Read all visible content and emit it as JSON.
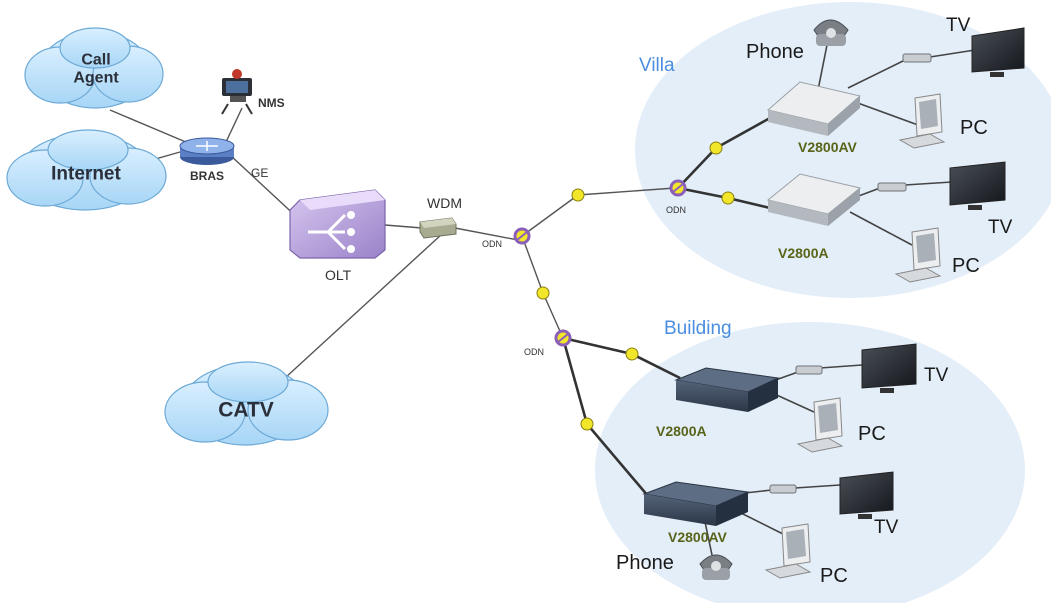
{
  "clouds": {
    "call_agent": "Call\nAgent",
    "internet": "Internet",
    "catv": "CATV"
  },
  "core": {
    "nms": "NMS",
    "bras": "BRAS",
    "ge": "GE",
    "olt": "OLT",
    "wdm": "WDM"
  },
  "odn_label": "ODN",
  "villa": {
    "title": "Villa",
    "phone": "Phone",
    "tv_top": "TV",
    "pc_top": "PC",
    "onu_top": "V2800AV",
    "tv_bottom": "TV",
    "pc_bottom": "PC",
    "onu_bottom": "V2800A"
  },
  "building": {
    "title": "Building",
    "tv_top": "TV",
    "pc_top": "PC",
    "onu_top": "V2800A",
    "tv_bottom": "TV",
    "pc_bottom": "PC",
    "onu_bottom": "V2800AV",
    "phone": "Phone"
  },
  "colors": {
    "cloud_fill": "#bfe3fb",
    "zone_fill": "#e3eef8",
    "zone_label": "#4a8ee0",
    "splitter_ring": "#8b5fb8",
    "connector": "#f2e62a",
    "onu_villa": "#c8cbcf",
    "onu_building": "#3b4a5e",
    "model_label": "#5a6419"
  }
}
